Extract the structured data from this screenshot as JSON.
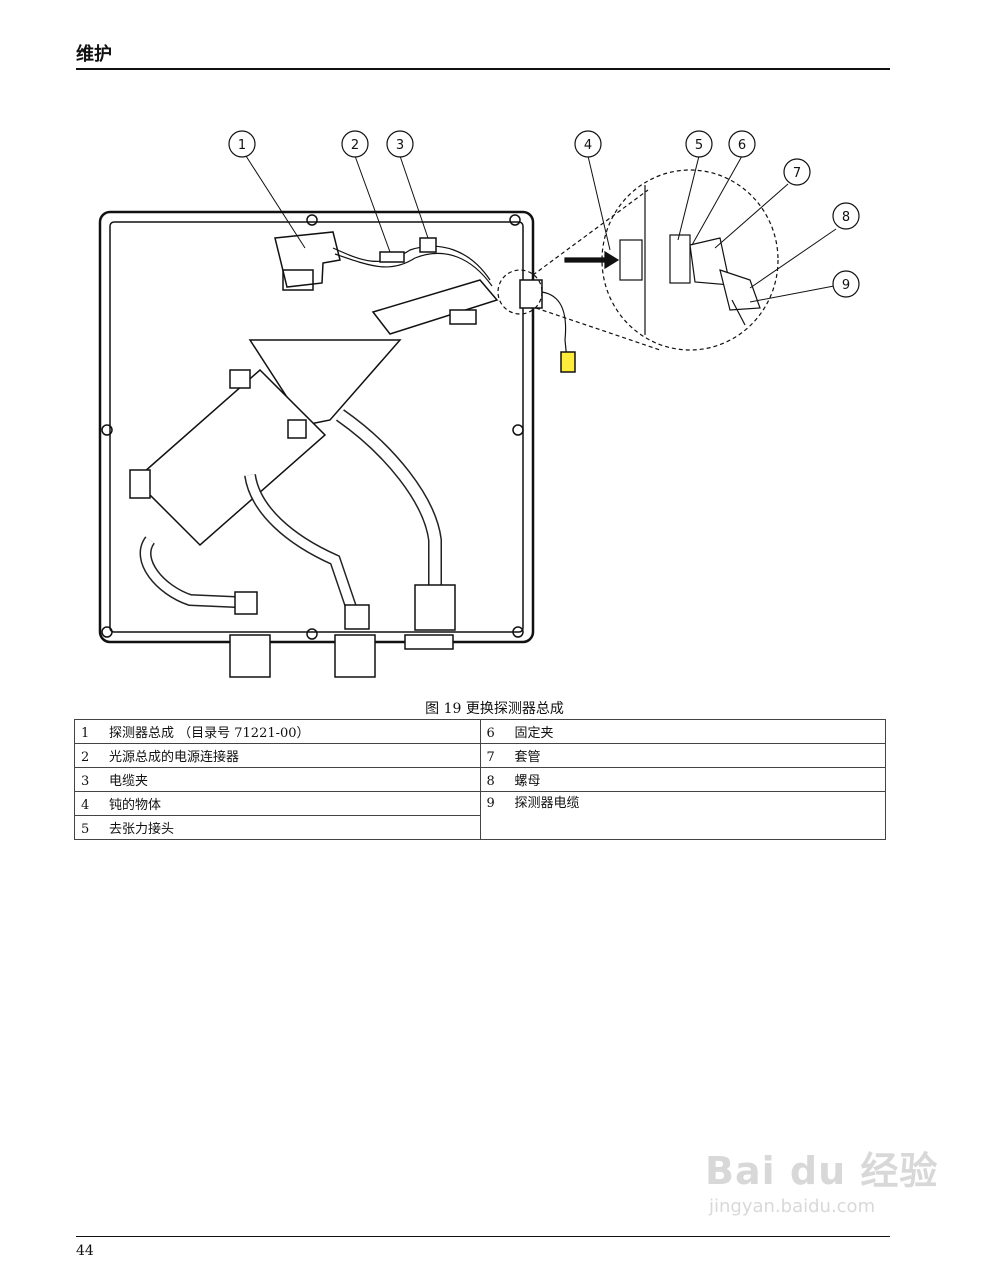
{
  "header": {
    "title": "维护"
  },
  "figure": {
    "caption": "图 19   更换探测器总成",
    "callouts": [
      "1",
      "2",
      "3",
      "4",
      "5",
      "6",
      "7",
      "8",
      "9"
    ]
  },
  "legend": {
    "left": [
      {
        "num": "1",
        "text": "探测器总成 （目录号 71221-00）"
      },
      {
        "num": "2",
        "text": "光源总成的电源连接器"
      },
      {
        "num": "3",
        "text": "电缆夹"
      },
      {
        "num": "4",
        "text": "钝的物体"
      },
      {
        "num": "5",
        "text": "去张力接头"
      }
    ],
    "right": [
      {
        "num": "6",
        "text": "固定夹"
      },
      {
        "num": "7",
        "text": "套管"
      },
      {
        "num": "8",
        "text": "螺母"
      },
      {
        "num": "9",
        "text": "探测器电缆"
      }
    ]
  },
  "footer": {
    "page_number": "44"
  },
  "watermark": {
    "logo_text": "Bai du 经验",
    "url": "jingyan.baidu.com"
  }
}
